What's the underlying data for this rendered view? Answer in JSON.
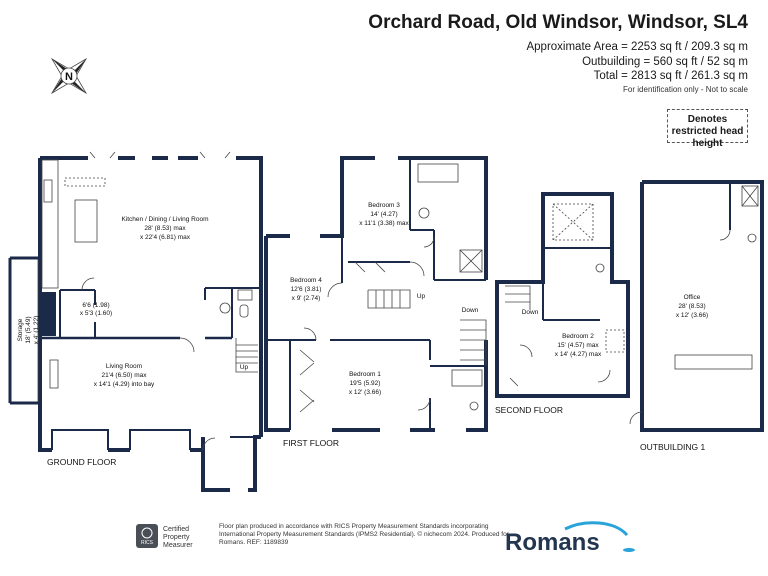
{
  "header": {
    "title": "Orchard Road, Old Windsor, Windsor, SL4",
    "area_lines": [
      "Approximate Area = 2253 sq ft / 209.3 sq m",
      "Outbuilding = 560 sq ft / 52 sq m",
      "Total = 2813 sq ft / 261.3 sq m"
    ],
    "note": "For identification only - Not to scale",
    "restricted": "Denotes restricted head height"
  },
  "compass": {
    "letter": "N"
  },
  "rooms": {
    "kitchen": [
      "Kitchen / Dining / Living Room",
      "28' (8.53) max",
      "x 22'4 (6.81) max"
    ],
    "utility": [
      "6'6 (1.98)",
      "x 5'3 (1.60)"
    ],
    "storage": [
      "Storage",
      "18' (5.49)",
      "x 4' (1.22)"
    ],
    "living": [
      "Living Room",
      "21'4 (6.50) max",
      "x 14'1 (4.29) into bay"
    ],
    "bed3": [
      "Bedroom 3",
      "14' (4.27)",
      "x 11'1 (3.38) max"
    ],
    "bed4": [
      "Bedroom 4",
      "12'6 (3.81)",
      "x 9' (2.74)"
    ],
    "bed1": [
      "Bedroom 1",
      "19'5 (5.92)",
      "x 12' (3.66)"
    ],
    "bed2": [
      "Bedroom 2",
      "15' (4.57) max",
      "x 14' (4.27) max"
    ],
    "office": [
      "Office",
      "28' (8.53)",
      "x 12' (3.66)"
    ]
  },
  "stairs": {
    "up": "Up",
    "down": "Down"
  },
  "floors": {
    "ground": "GROUND FLOOR",
    "first": "FIRST FLOOR",
    "second": "SECOND FLOOR",
    "outbuilding": "OUTBUILDING 1"
  },
  "footer": {
    "rics": [
      "Certified",
      "Property",
      "Measurer"
    ],
    "rics_badge": "RICS",
    "text": "Floor plan produced in accordance with RICS Property Measurement Standards incorporating International Property Measurement Standards (IPMS2 Residential). © nichecom 2024. Produced for Romans.   REF: 1189839",
    "brand": "Romans"
  },
  "colors": {
    "wall": "#1c2a4a",
    "brand": "#24364f",
    "brand_accent": "#2aa3d8"
  }
}
